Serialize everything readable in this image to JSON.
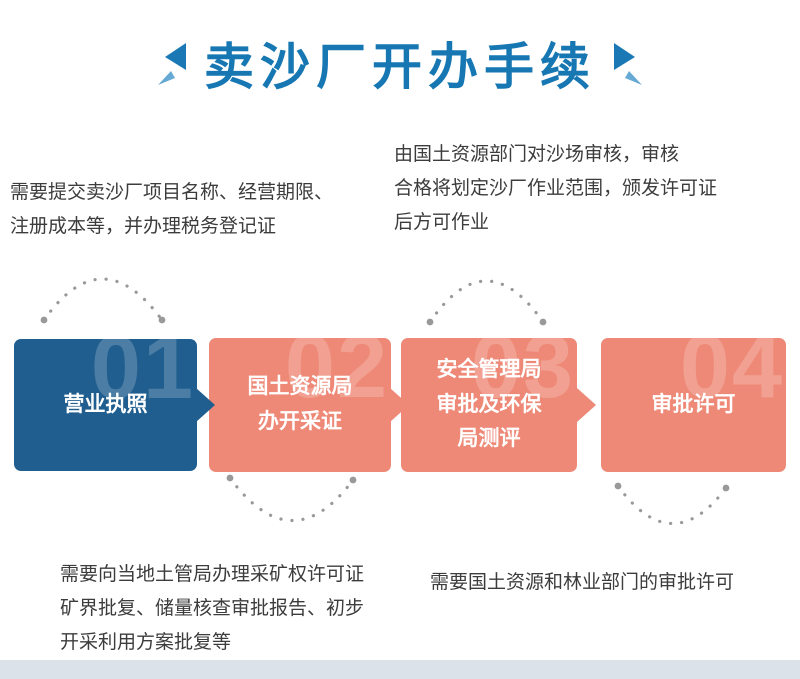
{
  "title": {
    "text": "卖沙厂开办手续"
  },
  "steps": [
    {
      "number": "01",
      "label": "营业执照"
    },
    {
      "number": "02",
      "label": "国土资源局\n办开采证"
    },
    {
      "number": "03",
      "label": "安全管理局\n审批及环保\n局测评"
    },
    {
      "number": "04",
      "label": "审批许可"
    }
  ],
  "notes": {
    "top_left": "需要提交卖沙厂项目名称、经营期限、\n注册成本等，并办理税务登记证",
    "top_right": "由国土资源部门对沙场审核，审核\n合格将划定沙厂作业范围，颁发许可证\n后方可作业",
    "bottom_left": "需要向当地土管局办理采矿权许可证\n矿界批复、储量核查审批报告、初步\n开采利用方案批复等",
    "bottom_right": "需要国土资源和林业部门的审批许可"
  },
  "colors": {
    "title_blue": "#1677b3",
    "accent_blue_light": "#66a9d4",
    "step1_bg": "#205e8f",
    "step_bg": "#ee8977",
    "note_text": "#3c3c3c",
    "arc_dots": "#999999",
    "footer_bg": "#dce2e9"
  }
}
